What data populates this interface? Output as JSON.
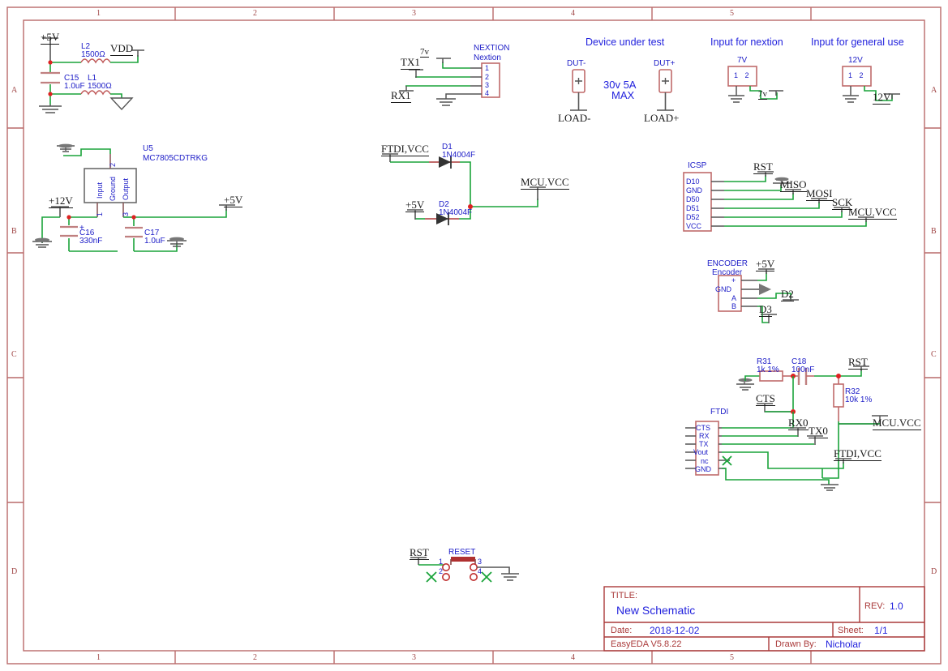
{
  "sheet": {
    "frame_color": "#b96a6a",
    "wire_color": "#1aa33a",
    "part_color": "#c08080",
    "pin_color": "#555555",
    "columns": [
      "1",
      "2",
      "3",
      "4",
      "5"
    ],
    "rows": [
      "A",
      "B",
      "C",
      "D"
    ]
  },
  "title_block": {
    "title_key": "TITLE:",
    "title_value": "New Schematic",
    "rev_key": "REV:",
    "rev_value": "1.0",
    "date_key": "Date:",
    "date_value": "2018-12-02",
    "sheet_key": "Sheet:",
    "sheet_value": "1/1",
    "tool": "EasyEDA V5.8.22",
    "drawn_key": "Drawn By:",
    "drawn_value": "Nicholar"
  },
  "group_headers": [
    {
      "name": "device-under-test",
      "label": "Device under test"
    },
    {
      "name": "input-for-nextion",
      "label": "Input for nextion"
    },
    {
      "name": "input-for-general-use",
      "label": "Input for general use"
    }
  ],
  "filter_block": {
    "supply_label": "+5V",
    "cap_ref": "C15",
    "cap_val": "1.0uF",
    "l2_ref": "L2",
    "l2_val": "1500Ω",
    "l1_ref": "L1",
    "l1_val": "1500Ω",
    "out_label": "VDD"
  },
  "regulator_block": {
    "ref": "U5",
    "part": "MC7805CDTRKG",
    "pin1_name": "Input",
    "pin2_name": "Ground",
    "pin3_name": "Output",
    "pin1_num": "1",
    "pin2_num": "2",
    "pin3_num": "3",
    "in_label": "+12V",
    "out_label": "+5V",
    "c16_ref": "C16",
    "c16_val": "330nF",
    "c16_polarity": "+",
    "c17_ref": "C17",
    "c17_val": "1.0uF"
  },
  "nextion_connector": {
    "ref": "NEXTION",
    "name": "Nextion",
    "pins": [
      "1",
      "2",
      "3",
      "4"
    ],
    "nets": [
      "7v",
      "TX1",
      "RX1"
    ]
  },
  "dut_block": {
    "left_ref": "DUT-",
    "left_net": "LOAD-",
    "right_ref": "DUT+",
    "right_net": "LOAD+",
    "rating_line1": "30v 5A",
    "rating_line2": "MAX"
  },
  "input_nextion": {
    "ref": "7V",
    "pins": "1 2",
    "net": "7v"
  },
  "input_general": {
    "ref": "12V",
    "pins": "1 2",
    "net": "12V"
  },
  "diode_block": {
    "in_net": "FTDI,VCC",
    "d1_ref": "D1",
    "d1_val": "1N4004F",
    "supply": "+5V",
    "d2_ref": "D2",
    "d2_val": "1N4004F",
    "out_net": "MCU.VCC"
  },
  "icsp_connector": {
    "ref": "ICSP",
    "pins": [
      "D10",
      "GND",
      "D50",
      "D51",
      "D52",
      "VCC"
    ],
    "nets": [
      "RST",
      "MISO",
      "MOSI",
      "SCK",
      "MCU.VCC"
    ]
  },
  "encoder_connector": {
    "ref": "ENCODER",
    "name": "Encoder",
    "pins": [
      "+",
      "GND",
      "A",
      "B"
    ],
    "supply": "+5V",
    "nets": [
      "D2",
      "D3"
    ]
  },
  "ftdi_block": {
    "ref": "FTDI",
    "pins": [
      "CTS",
      "RX",
      "TX",
      "Vout",
      "nc",
      "GND"
    ],
    "r31_ref": "R31",
    "r31_val": "1k 1%",
    "c18_ref": "C18",
    "c18_val": "100nF",
    "r32_ref": "R32",
    "r32_val": "10k 1%",
    "nets": [
      "RST",
      "CTS",
      "RX0",
      "TX0",
      "MCU.VCC",
      "FTDI,VCC"
    ]
  },
  "reset_switch": {
    "net": "RST",
    "ref": "RESET",
    "pins": [
      "1",
      "2",
      "3",
      "4"
    ]
  }
}
